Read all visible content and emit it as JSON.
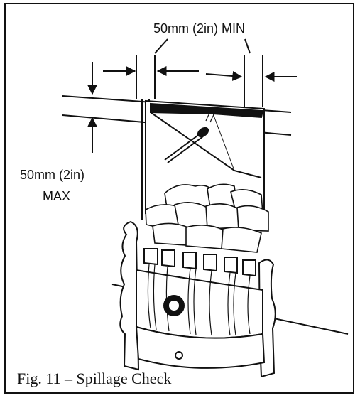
{
  "figure": {
    "caption": "Fig. 11 – Spillage Check",
    "labels": {
      "min_gap": "50mm (2in) MIN",
      "max_gap_line1": "50mm (2in)",
      "max_gap_line2": "MAX"
    },
    "colors": {
      "ink": "#111111",
      "paper": "#ffffff"
    }
  }
}
